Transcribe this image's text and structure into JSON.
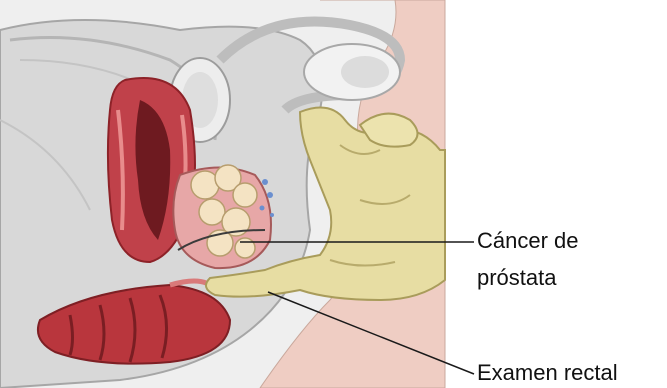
{
  "labels": {
    "prostate_cancer_line1": "Cáncer de",
    "prostate_cancer_line2": "próstata",
    "rectal_exam": "Examen rectal"
  },
  "colors": {
    "background": "#ffffff",
    "tissue_gray": "#d9d9d9",
    "bladder_red": "#b8333a",
    "muscle_pink": "#e8a0a0",
    "tumor_cream": "#f3e2c0",
    "glove_tan": "#e7dda3",
    "skin": "#f0cfc4",
    "leader_line": "#1a1a1a"
  }
}
